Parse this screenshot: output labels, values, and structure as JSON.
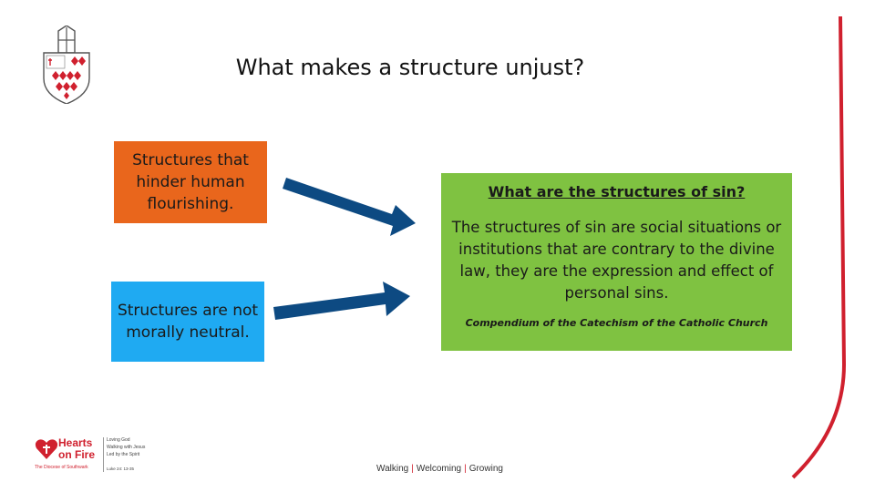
{
  "slide": {
    "title": "What makes a structure unjust?",
    "box_orange": "Structures that hinder human flourishing.",
    "box_blue": "Structures are not morally neutral.",
    "green": {
      "question": "What are the structures of sin?",
      "body": "The structures of sin are social situations or institutions that are contrary to the divine law, they are the expression and effect of personal sins.",
      "citation": "Compendium of the Catechism of the Catholic Church"
    }
  },
  "footer": {
    "logo_line1": "Hearts",
    "logo_line2": "on Fire",
    "logo_sub": "The Diocese of Southwark",
    "motto": [
      "Loving God",
      "Walking with Jesus",
      "Led by the Spirit"
    ],
    "motto_ref": "Luke 24: 13-35",
    "tag_walking": "Walking",
    "tag_welcoming": "Welcoming",
    "tag_growing": "Growing",
    "tag_sep": "|"
  },
  "colors": {
    "orange": "#e9661c",
    "blue": "#1faaf2",
    "green": "#7fc241",
    "arrow": "#0d4a82",
    "red_accent": "#d0202e"
  }
}
